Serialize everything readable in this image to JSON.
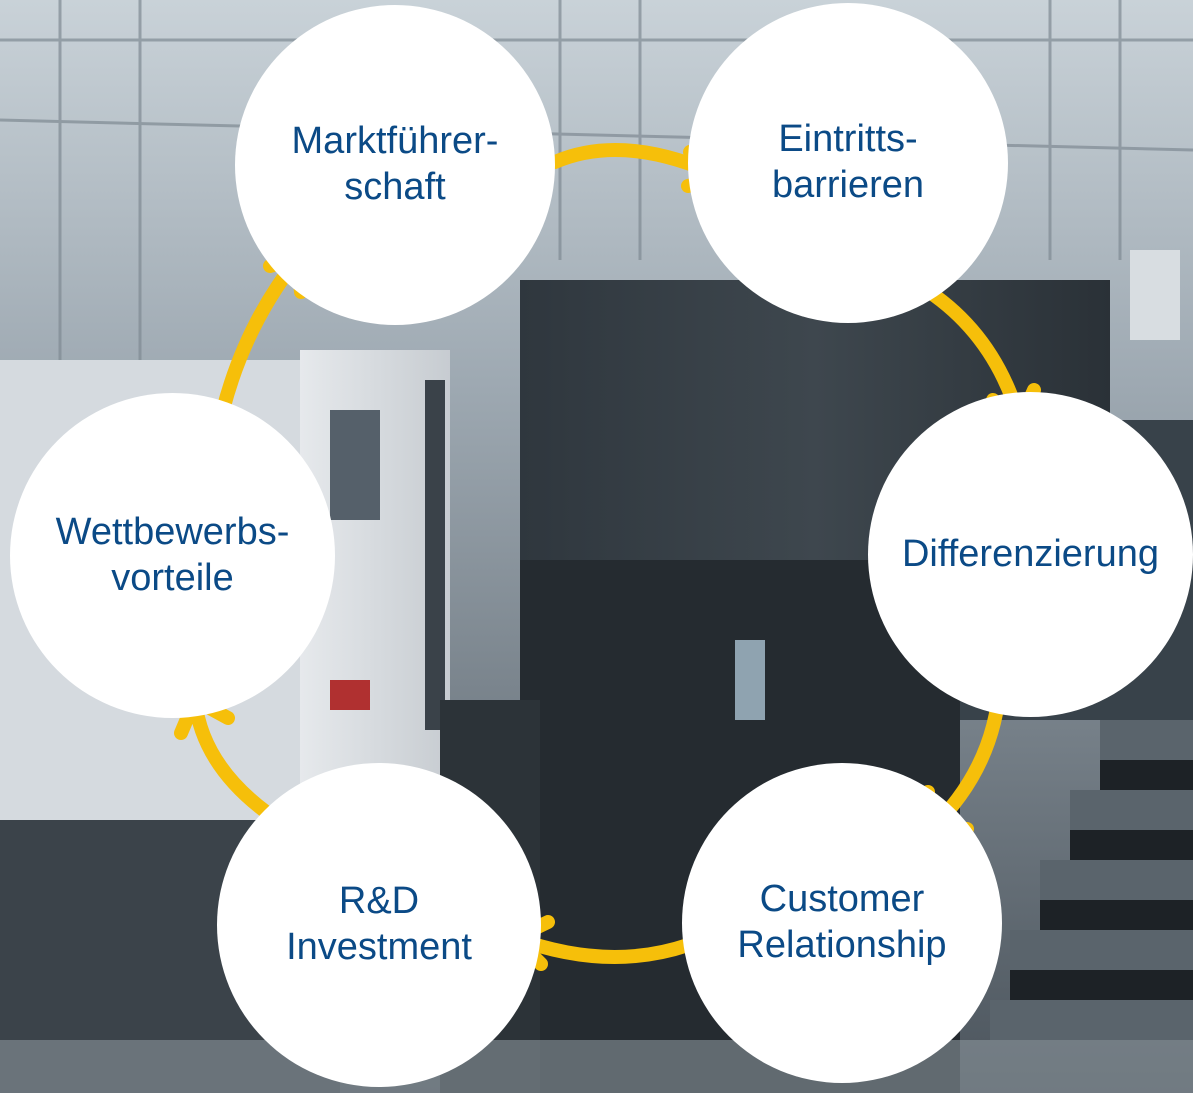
{
  "colors": {
    "node_fill": "#ffffff",
    "node_text": "#0b4a86",
    "arrow": "#f6bf0a"
  },
  "background": {
    "description_icon": "printing-press-photo"
  },
  "nodes": [
    {
      "id": "marktfuehrerschaft",
      "label": "Marktführer-\nschaft"
    },
    {
      "id": "eintrittsbarrieren",
      "label": "Eintritts-\nbarrieren"
    },
    {
      "id": "differenzierung",
      "label": "Differenzierung"
    },
    {
      "id": "customer-relationship",
      "label": "Customer\nRelationship"
    },
    {
      "id": "rd-investment",
      "label": "R&D\nInvestment"
    },
    {
      "id": "wettbewerbsvorteile",
      "label": "Wettbewerbs-\nvorteile"
    }
  ]
}
